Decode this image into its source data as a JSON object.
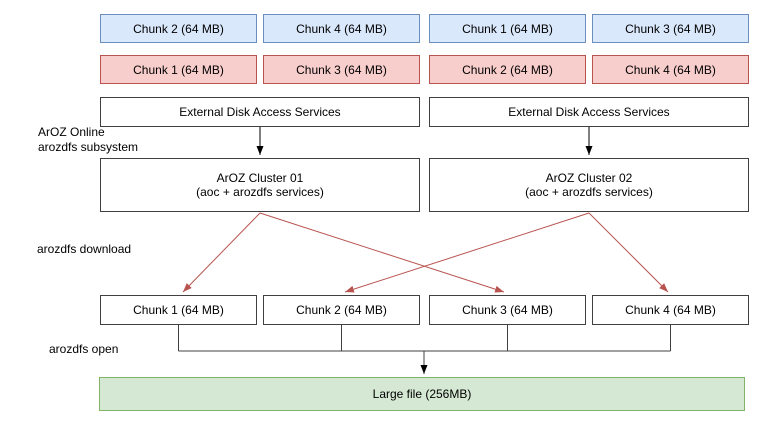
{
  "colors": {
    "background": "#ffffff",
    "text": "#000000",
    "blue_fill": "#dae8fc",
    "blue_border": "#6c8ebf",
    "red_fill": "#f8cecc",
    "red_border": "#b85450",
    "green_fill": "#d5e8d4",
    "green_border": "#82b366",
    "box_border": "#404040",
    "black_arrow": "#000000",
    "red_arrow": "#b85450"
  },
  "labels": {
    "subsystem_line1": "ArOZ Online",
    "subsystem_line2": "arozdfs subsystem",
    "download": "arozdfs download",
    "open": "arozdfs open"
  },
  "blue_chunks": [
    "Chunk 2 (64 MB)",
    "Chunk 4 (64 MB)",
    "Chunk 1 (64 MB)",
    "Chunk 3 (64 MB)"
  ],
  "red_chunks": [
    "Chunk 1 (64 MB)",
    "Chunk 3 (64 MB)",
    "Chunk 2 (64 MB)",
    "Chunk 4 (64 MB)"
  ],
  "external_services": [
    "External Disk Access Services",
    "External Disk Access Services"
  ],
  "clusters": [
    {
      "title": "ArOZ Cluster 01",
      "subtitle": "(aoc + arozdfs services)"
    },
    {
      "title": "ArOZ Cluster 02",
      "subtitle": "(aoc + arozdfs services)"
    }
  ],
  "downloaded_chunks": [
    "Chunk 1 (64 MB)",
    "Chunk 2 (64 MB)",
    "Chunk 3 (64 MB)",
    "Chunk 4 (64 MB)"
  ],
  "large_file": "Large file (256MB)"
}
